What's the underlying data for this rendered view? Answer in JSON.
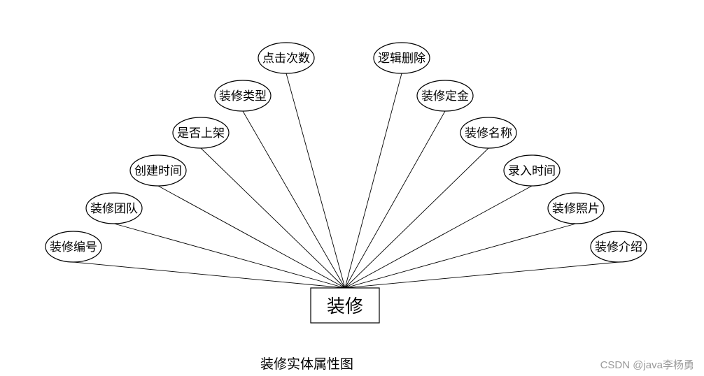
{
  "diagram": {
    "entity": "装修",
    "attributes": [
      {
        "id": "attr-0",
        "label": "装修编号"
      },
      {
        "id": "attr-1",
        "label": "装修团队"
      },
      {
        "id": "attr-2",
        "label": "创建时间"
      },
      {
        "id": "attr-3",
        "label": "是否上架"
      },
      {
        "id": "attr-4",
        "label": "装修类型"
      },
      {
        "id": "attr-5",
        "label": "点击次数"
      },
      {
        "id": "attr-6",
        "label": "逻辑删除"
      },
      {
        "id": "attr-7",
        "label": "装修定金"
      },
      {
        "id": "attr-8",
        "label": "装修名称"
      },
      {
        "id": "attr-9",
        "label": "录入时间"
      },
      {
        "id": "attr-10",
        "label": "装修照片"
      },
      {
        "id": "attr-11",
        "label": "装修介绍"
      }
    ]
  },
  "caption": "装修实体属性图",
  "watermark": "CSDN @java李杨勇"
}
